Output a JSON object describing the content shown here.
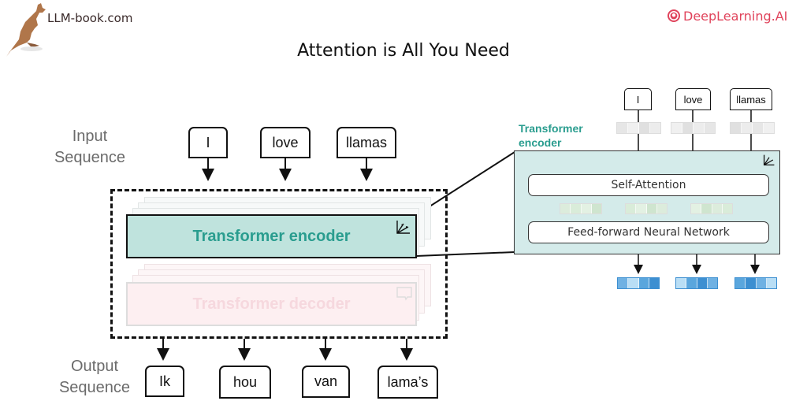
{
  "header": {
    "brand_left": "LLM-book.com",
    "brand_right": "DeepLearning.AI",
    "title": "Attention is All You Need"
  },
  "labels": {
    "input_sequence": [
      "Input",
      "Sequence"
    ],
    "output_sequence": [
      "Output",
      "Sequence"
    ]
  },
  "input_tokens": [
    "I",
    "love",
    "llamas"
  ],
  "output_tokens": [
    "Ik",
    "hou",
    "van",
    "lama’s"
  ],
  "blocks": {
    "encoder": "Transformer encoder",
    "decoder": "Transformer decoder"
  },
  "detail": {
    "label": [
      "Transformer",
      "encoder"
    ],
    "tokens": [
      "I",
      "love",
      "llamas"
    ],
    "self_attention": "Self-Attention",
    "ffnn": "Feed-forward Neural Network"
  },
  "colors": {
    "encoder_fill": "#bfe3dd",
    "encoder_text": "#2a9d8f",
    "decoder_fill": "#fdeff1",
    "brand_accent": "#e0435b",
    "input_vec": [
      "#e6e6e6",
      "#f0f0f0",
      "#e0e0e0",
      "#ececec"
    ],
    "mid_vec": [
      "#d9ecd9",
      "#e3f1e3",
      "#cfe5cf",
      "#dcecdc"
    ],
    "out_vec": [
      "#5aa6dd",
      "#3d8fd1",
      "#6fb1e3",
      "#b9def5"
    ]
  }
}
